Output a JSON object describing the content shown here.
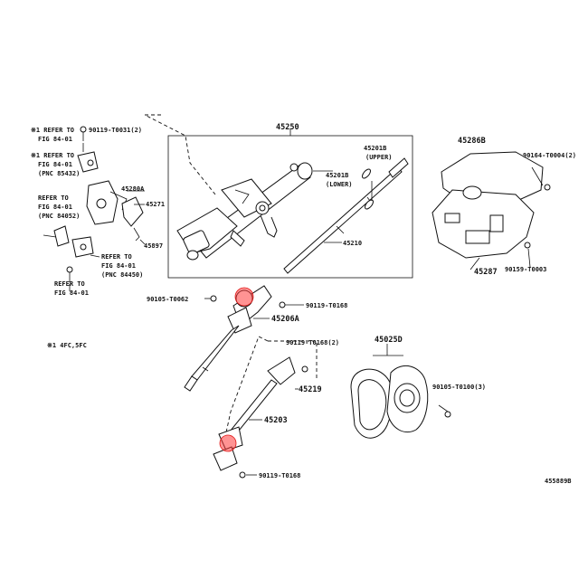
{
  "diagram": {
    "drawing_number": "455889B",
    "footnote": "※1 4FC,5FC",
    "callouts": {
      "ref_note_1": "※1 REFER TO",
      "ref_note_1b": "FIG 84-01",
      "ref_note_2": "※1 REFER TO",
      "ref_note_2b": "FIG 84-01",
      "ref_note_2c": "(PNC 85432)",
      "ref_note_3": "REFER TO",
      "ref_note_3b": "FIG 84-01",
      "ref_note_3c": "(PNC 84052)",
      "ref_note_4": "REFER TO",
      "ref_note_4b": "FIG 84-01",
      "ref_note_4c": "(PNC 84450)",
      "ref_note_5": "REFER TO",
      "ref_note_5b": "FIG 84-01",
      "p90119_T0031": "90119-T0031(2)",
      "p45250": "45250",
      "p45201B_upper": "45201B",
      "upper": "(UPPER)",
      "p45201B_lower": "45201B",
      "lower": "(LOWER)",
      "p45210": "45210",
      "p45280A": "45280A",
      "p45271": "45271",
      "p45897": "45897",
      "p45286B": "45286B",
      "p90164_T0004": "90164-T0004(2)",
      "p45287": "45287",
      "p90159_T0003": "90159-T0003",
      "p90105_T0062": "90105-T0062",
      "p90119_T0168_a": "90119-T0168",
      "p45206A": "45206A",
      "p90119_T0168_2": "90119-T0168(2)",
      "p45219": "45219",
      "p45203": "45203",
      "p90119_T0168_b": "90119-T0168",
      "p45025D": "45025D",
      "p90105_T0100": "90105-T0100(3)"
    },
    "colors": {
      "line": "#111111",
      "highlight": "#ff3b3b",
      "background": "#ffffff"
    }
  }
}
